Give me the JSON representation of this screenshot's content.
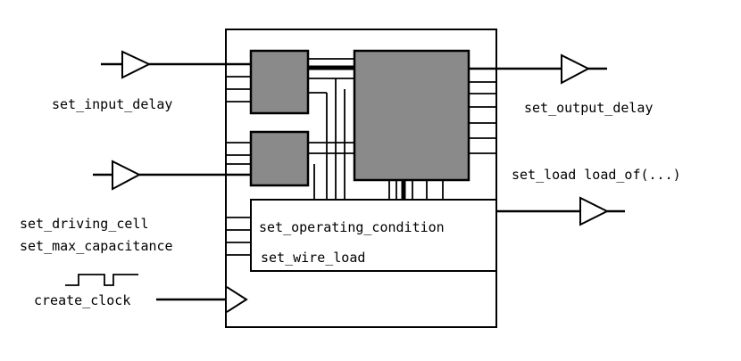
{
  "labels": {
    "set_input_delay": "set_input_delay",
    "set_output_delay": "set_output_delay",
    "set_load": "set_load load_of(...)",
    "set_driving_cell": "set_driving_cell",
    "set_max_capacitance": "set_max_capacitance",
    "create_clock": "create_clock",
    "set_operating_condition": "set_operating_condition",
    "set_wire_load": "set_wire_load"
  },
  "colors": {
    "block_fill": "#8a8a8a",
    "line": "#000000",
    "background": "#ffffff"
  }
}
